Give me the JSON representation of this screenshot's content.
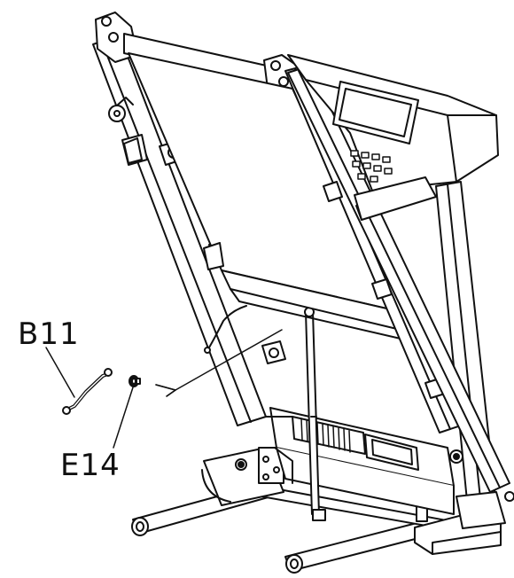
{
  "diagram": {
    "labels": [
      {
        "id": "b11",
        "text": "B11"
      },
      {
        "id": "e14",
        "text": "E14"
      }
    ],
    "line_color": "#111111",
    "fill_color": "#ffffff",
    "shade_color": "#dddddd"
  }
}
